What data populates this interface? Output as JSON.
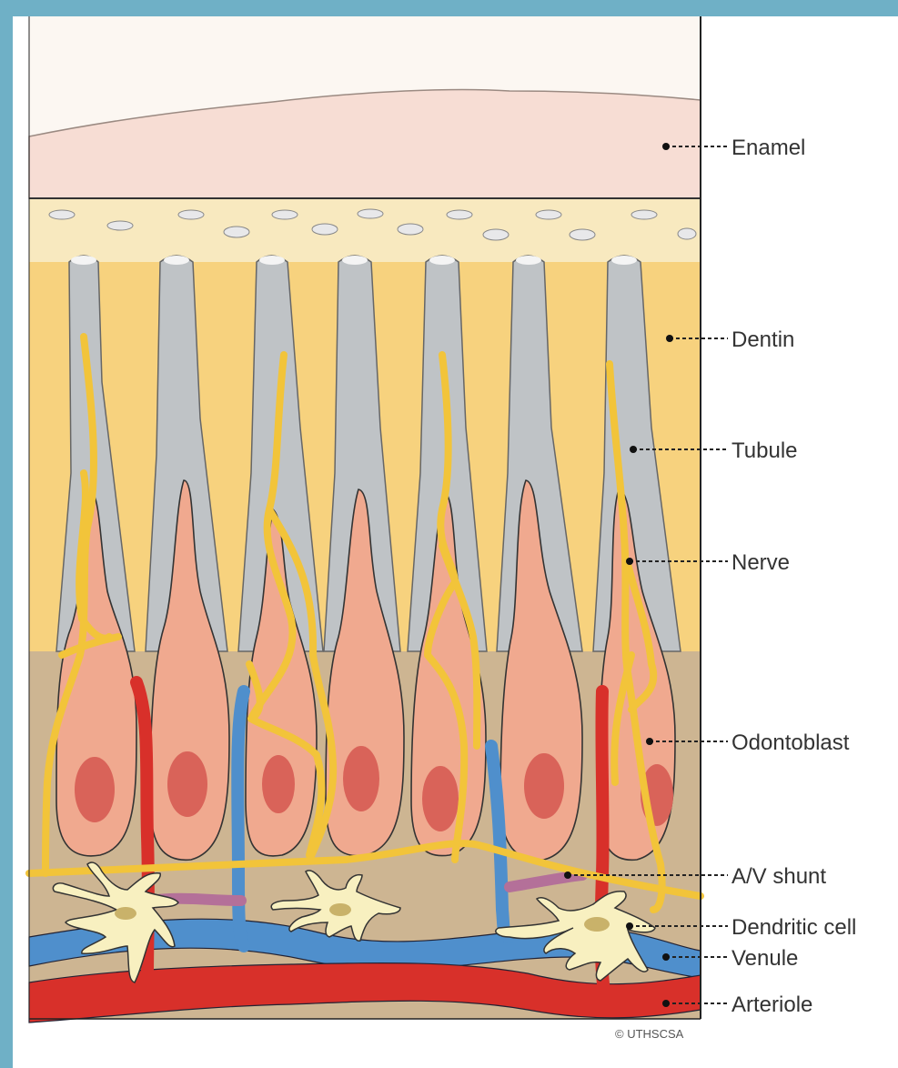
{
  "diagram": {
    "labels": [
      {
        "id": "enamel",
        "text": "Enamel"
      },
      {
        "id": "dentin",
        "text": "Dentin"
      },
      {
        "id": "tubule",
        "text": "Tubule"
      },
      {
        "id": "nerve",
        "text": "Nerve"
      },
      {
        "id": "odontoblast",
        "text": "Odontoblast"
      },
      {
        "id": "av-shunt",
        "text": "A/V shunt"
      },
      {
        "id": "dendritic-cell",
        "text": "Dendritic cell"
      },
      {
        "id": "venule",
        "text": "Venule"
      },
      {
        "id": "arteriole",
        "text": "Arteriole"
      }
    ],
    "credit": "© UTHSCSA",
    "colors": {
      "border": "#6fb0c6",
      "enamel": "#f7ddd4",
      "predentin": "#f8e9bf",
      "dentin": "#f7d27e",
      "tubule": "#bfc3c6",
      "pulp": "#cdb592",
      "odontoblast": "#f0a98f",
      "nucleus": "#d96359",
      "nerve": "#f2c43a",
      "arteriole": "#d8302a",
      "venule": "#4f8fcc",
      "dendritic_cell": "#f8f0c0"
    }
  }
}
